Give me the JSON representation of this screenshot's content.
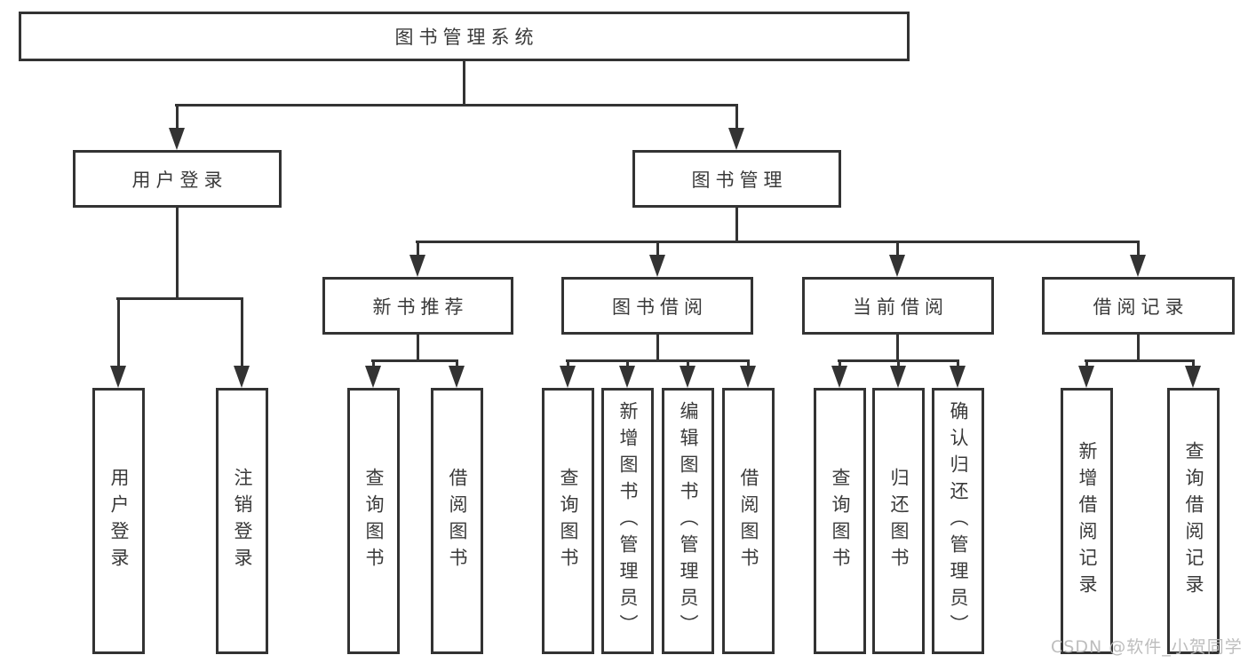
{
  "diagram": {
    "root": {
      "label": "图书管理系统"
    },
    "user_login": {
      "label": "用户登录",
      "children": [
        {
          "label": "用户登录"
        },
        {
          "label": "注销登录"
        }
      ]
    },
    "book_management": {
      "label": "图书管理",
      "children": [
        {
          "label": "新书推荐",
          "children": [
            {
              "label": "查询图书"
            },
            {
              "label": "借阅图书"
            }
          ]
        },
        {
          "label": "图书借阅",
          "children": [
            {
              "label": "查询图书"
            },
            {
              "label": "新增图书（管理员）"
            },
            {
              "label": "编辑图书（管理员）"
            },
            {
              "label": "借阅图书"
            }
          ]
        },
        {
          "label": "当前借阅",
          "children": [
            {
              "label": "查询图书"
            },
            {
              "label": "归还图书"
            },
            {
              "label": "确认归还（管理员）"
            }
          ]
        },
        {
          "label": "借阅记录",
          "children": [
            {
              "label": "新增借阅记录"
            },
            {
              "label": "查询借阅记录"
            }
          ]
        }
      ]
    }
  },
  "watermark": {
    "text": "CSDN @软件_小贺同学"
  },
  "colors": {
    "line": "#333333",
    "text": "#3a3a3a",
    "watermark": "#b9b9b9",
    "background": "#ffffff"
  }
}
